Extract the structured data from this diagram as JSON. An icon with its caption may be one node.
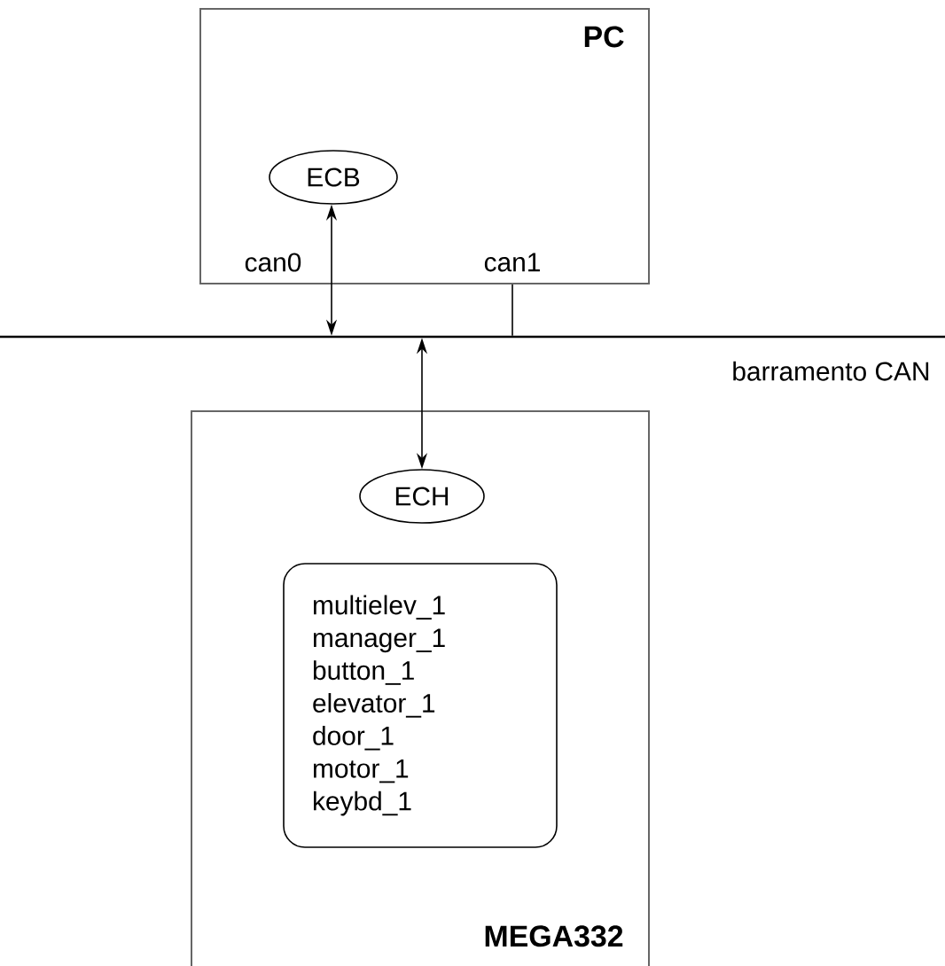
{
  "diagram": {
    "nodes": [
      {
        "text": [
          "PC"
        ]
      },
      {
        "text": [
          "ECB"
        ],
        "in": 0
      },
      {
        "text": [],
        "shape": "bar",
        "beside": [
          "barramento CAN"
        ]
      },
      {
        "text": [
          "MEGA332"
        ]
      },
      {
        "text": [
          "ECH"
        ],
        "in": 3
      },
      {
        "text": [
          "multielev_1",
          "manager_1",
          "button_1",
          "elevator_1",
          "door_1",
          "motor_1",
          "keybd_1"
        ],
        "in": 3
      }
    ],
    "edges": [
      {
        "from": 1,
        "to": 2,
        "arrow": "both"
      },
      {
        "from": 0,
        "to": 2,
        "arrow": "none"
      },
      {
        "from": 2,
        "to": 4,
        "arrow": "both"
      }
    ],
    "labels": [
      "can0",
      "can1"
    ]
  }
}
